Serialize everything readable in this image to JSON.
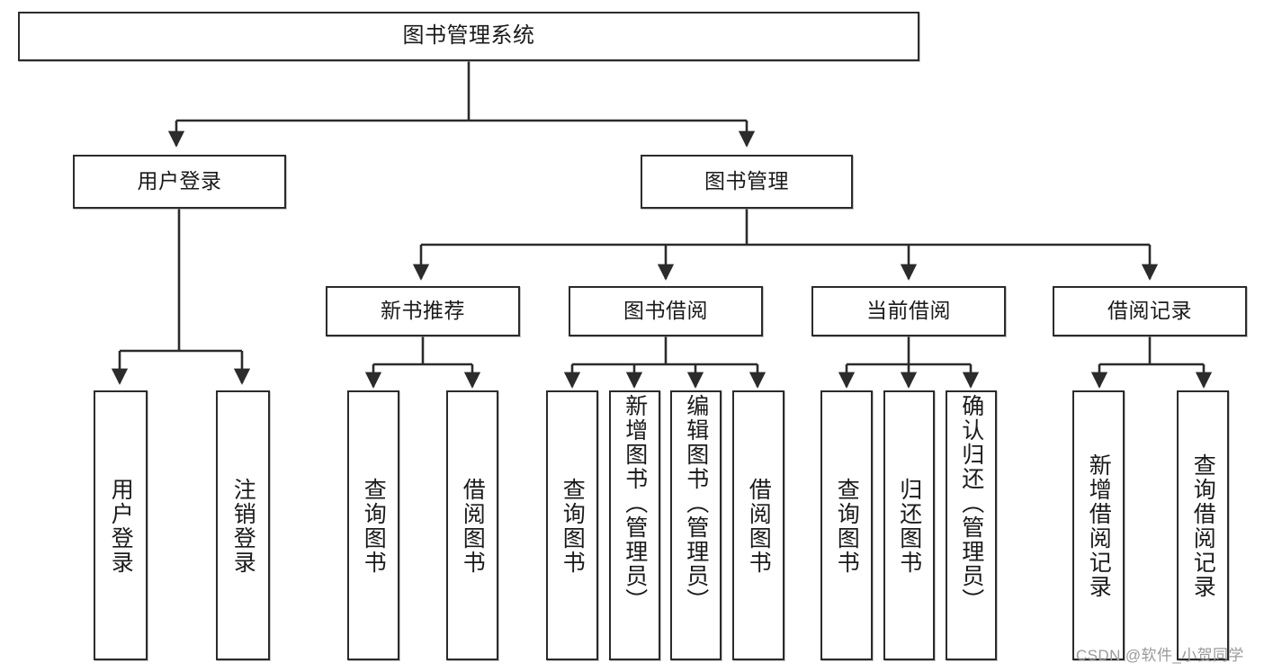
{
  "diagram": {
    "title": "图书管理系统",
    "type": "functional-structure-tree",
    "root": {
      "label": "图书管理系统"
    },
    "level2": [
      {
        "label": "用户登录"
      },
      {
        "label": "图书管理"
      }
    ],
    "level3": [
      {
        "label": "新书推荐"
      },
      {
        "label": "图书借阅"
      },
      {
        "label": "当前借阅"
      },
      {
        "label": "借阅记录"
      }
    ],
    "leaves": {
      "user_login": [
        {
          "label": "用户登录"
        },
        {
          "label": "注销登录"
        }
      ],
      "new_book_recommend": [
        {
          "label": "查询图书"
        },
        {
          "label": "借阅图书"
        }
      ],
      "book_borrow": [
        {
          "label": "查询图书"
        },
        {
          "label": "新增图书（管理员）"
        },
        {
          "label": "编辑图书（管理员）"
        },
        {
          "label": "借阅图书"
        }
      ],
      "current_borrow": [
        {
          "label": "查询图书"
        },
        {
          "label": "归还图书"
        },
        {
          "label": "确认归还（管理员）"
        }
      ],
      "borrow_record": [
        {
          "label": "新增借阅记录"
        },
        {
          "label": "查询借阅记录"
        }
      ]
    }
  },
  "watermark": {
    "text": "CSDN @软件_小贺同学"
  },
  "colors": {
    "box_border": "#2b2b2b",
    "box_fill": "#ffffff",
    "line": "#2b2b2b",
    "text": "#1a1a1a",
    "watermark": "#9a9a9a",
    "background": "#ffffff"
  }
}
